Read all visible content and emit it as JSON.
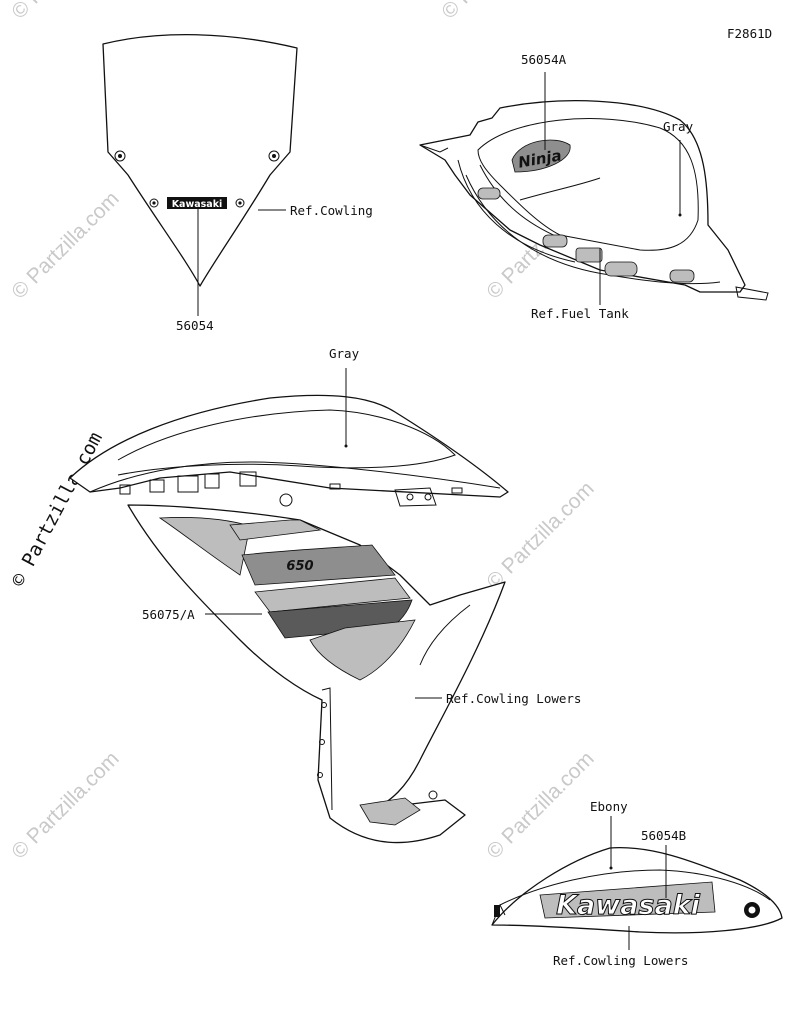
{
  "figure_id": "F2861D",
  "vertical_copyright": "© Partzilla.com",
  "watermark_text": "© Partzilla.com",
  "callouts": {
    "windshield_part": "56054",
    "windshield_ref": "Ref.Cowling",
    "windshield_decal_text": "Kawasaki",
    "tank_part": "56054A",
    "tank_color": "Gray",
    "tank_ref": "Ref.Fuel Tank",
    "tank_decal_text": "Ninja",
    "cowling_color": "Gray",
    "cowling_part": "56075/A",
    "cowling_ref": "Ref.Cowling Lowers",
    "cowling_decal_text": "650",
    "lower_color": "Ebony",
    "lower_part": "56054B",
    "lower_ref": "Ref.Cowling Lowers",
    "lower_decal_text": "Kawasaki"
  }
}
